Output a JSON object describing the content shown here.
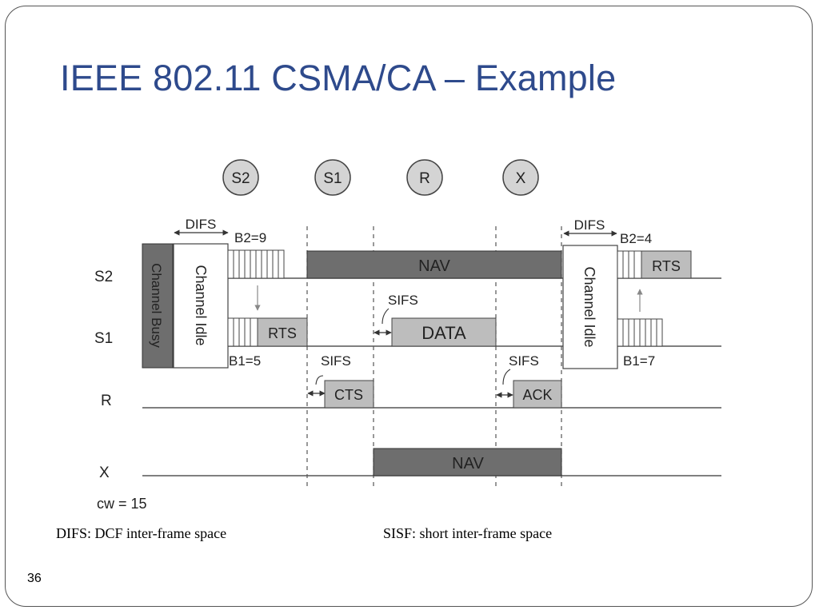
{
  "title": "IEEE 802.11 CSMA/CA – Example",
  "nodes": [
    "S2",
    "S1",
    "R",
    "X"
  ],
  "rows": {
    "s2": "S2",
    "s1": "S1",
    "r": "R",
    "x": "X"
  },
  "labels": {
    "channel_busy": "Channel Busy",
    "channel_idle_left": "Channel Idle",
    "channel_idle_right": "Channel Idle",
    "difs_left": "DIFS",
    "difs_right": "DIFS",
    "b2_first": "B2=9",
    "b1_first": "B1=5",
    "b2_second": "B2=4",
    "b1_second": "B1=7",
    "sifs_cts": "SIFS",
    "sifs_data": "SIFS",
    "sifs_ack": "SIFS",
    "cw": "cw = 15"
  },
  "frames": {
    "nav_s2": "NAV",
    "rts_s1": "RTS",
    "data_s1": "DATA",
    "cts_r": "CTS",
    "ack_r": "ACK",
    "nav_x": "NAV",
    "rts_s2": "RTS"
  },
  "captions": {
    "difs": "DIFS: DCF inter-frame space",
    "sisf": "SISF: short inter-frame space"
  },
  "slide_number": "36",
  "colors": {
    "title": "#2e4a8c",
    "nav_fill": "#6e6e6e",
    "frame_fill": "#bdbdbd",
    "busy_fill": "#6e6e6e",
    "node_fill": "#d4d4d4"
  }
}
